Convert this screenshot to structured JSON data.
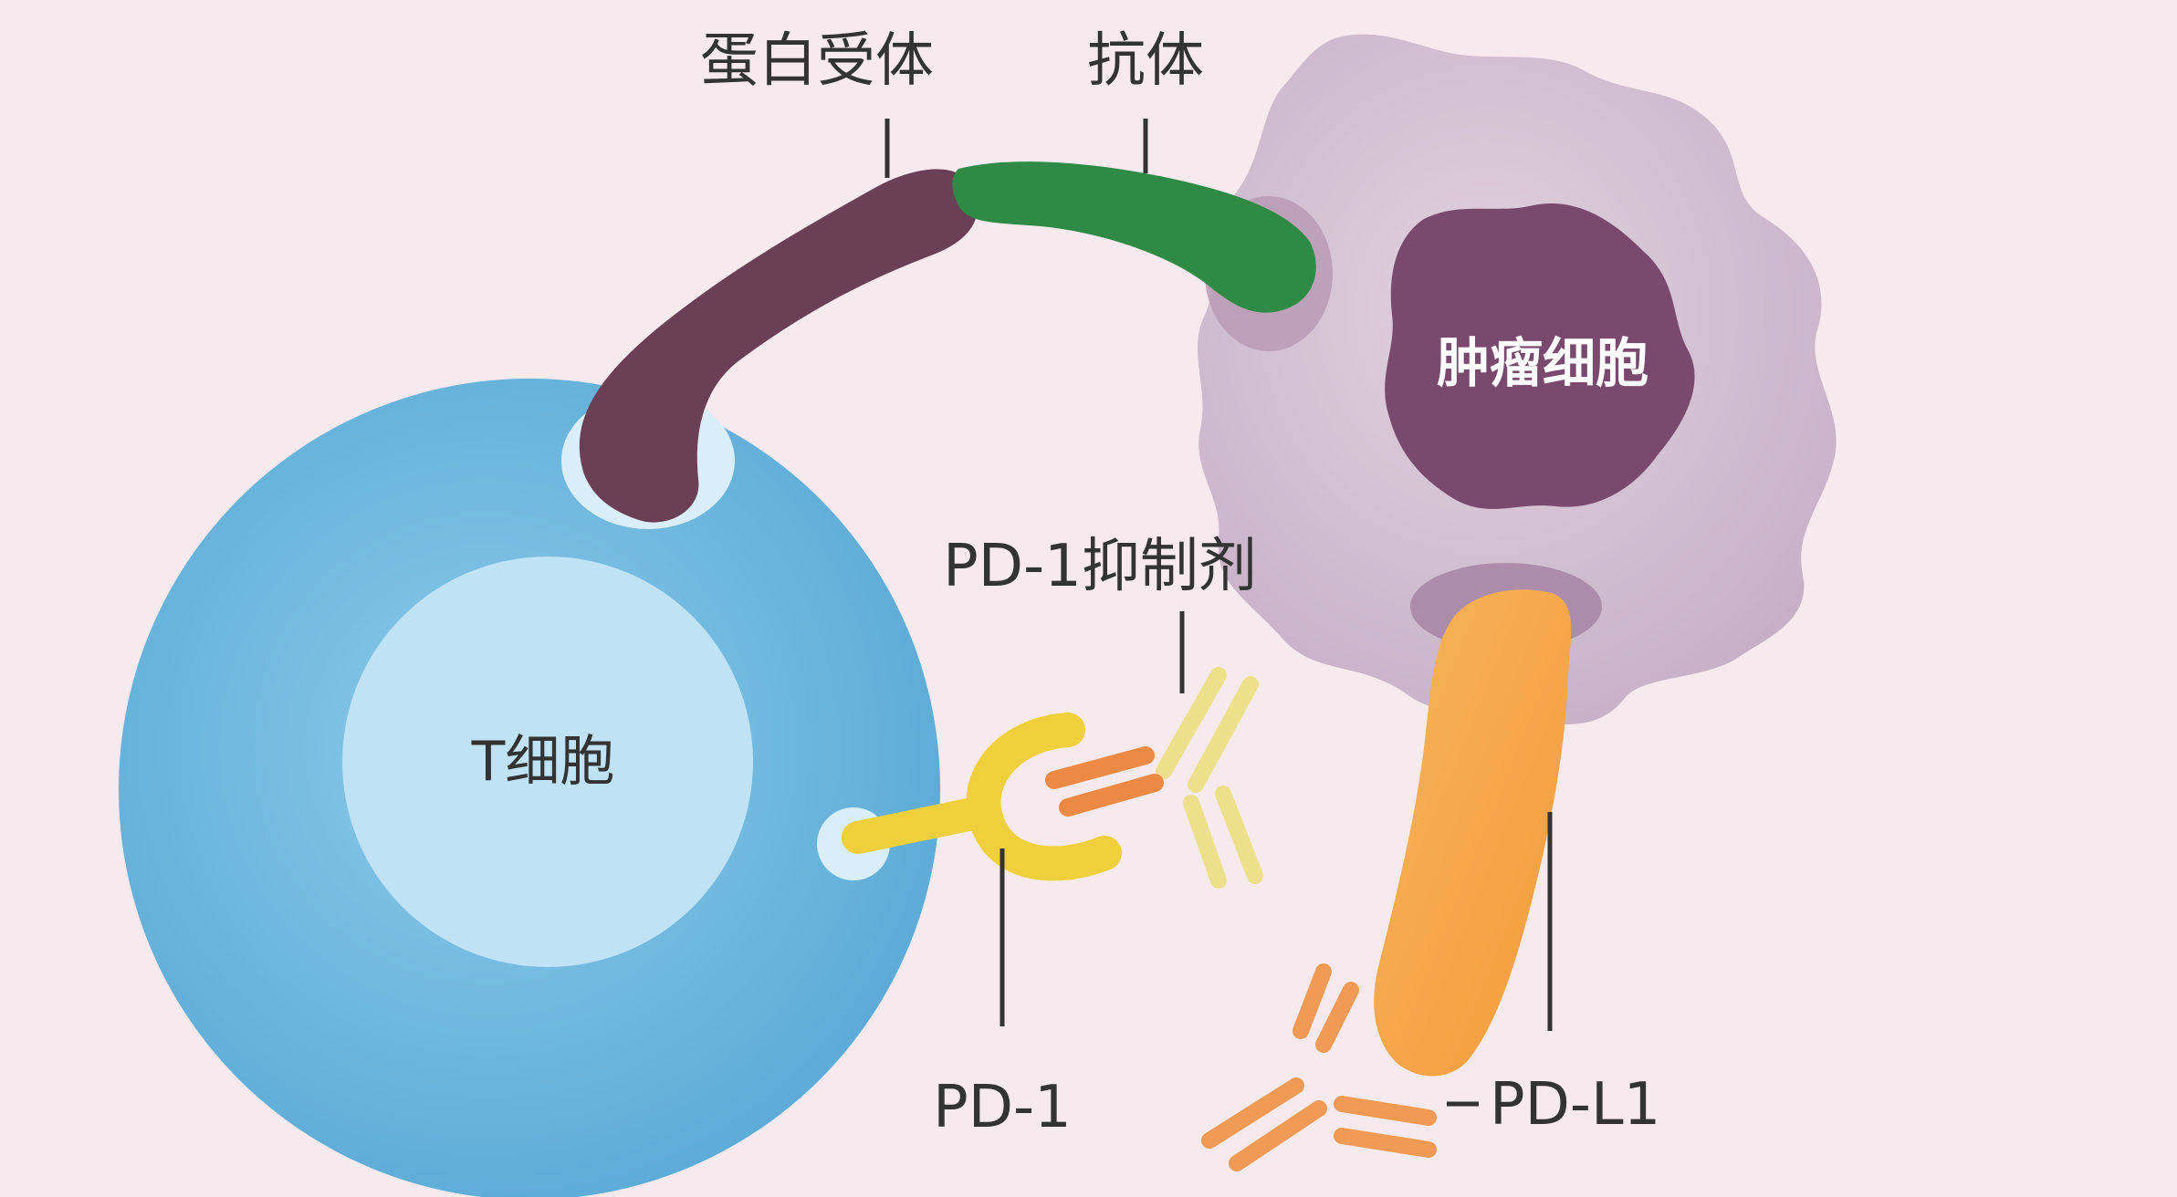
{
  "labels": {
    "protein_receptor": "蛋白受体",
    "antibody": "抗体",
    "tumor_cell": "肿瘤细胞",
    "pd1_inhibitor": "PD-1抑制剂",
    "t_cell": "T细胞",
    "pd1": "PD-1",
    "pdl1": "PD-L1"
  },
  "colors": {
    "background": "#f6eaee",
    "t_cell_outer": "#6ab4dc",
    "t_cell_inner": "#bfe3f4",
    "tumor_cell": "#d4c0d2",
    "tumor_nucleus": "#7a4a6e",
    "protein_receptor": "#6b3f55",
    "antibody": "#2e8a44",
    "pd1_receptor": "#f0cf3c",
    "pd1_inhibitor": "#ece08a",
    "pdl1": "#f6a445",
    "pdl1_antibody": "#f09a55"
  }
}
